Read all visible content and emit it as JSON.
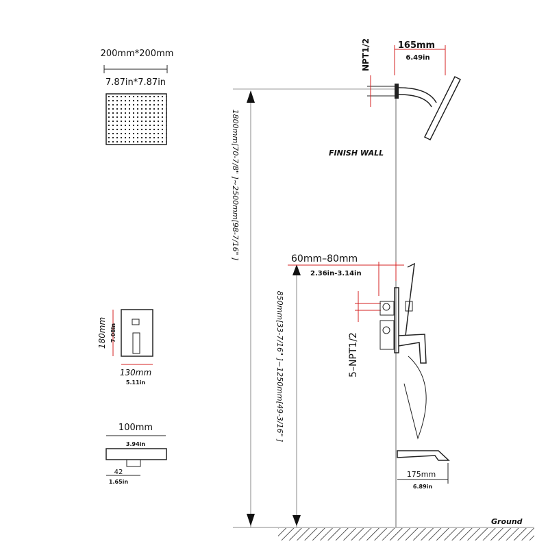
{
  "head": {
    "size_mm": "200mm*200mm",
    "size_in": "7.87in*7.87in"
  },
  "arm": {
    "thread": "NPT1/2",
    "reach_mm": "165mm",
    "reach_in": "6.49in"
  },
  "finish_wall": "FINISH WALL",
  "head_height": "1800mm[70-7/8\" ]~2500mm[98-7/16\" ]",
  "valve_height": "850mm[33-7/16\" ]~1250mm[49-3/16\" ]",
  "valve_depth": {
    "mm": "60mm–80mm",
    "in": "2.36in-3.14in"
  },
  "valve_thread": "5–NPT1/2",
  "trim": {
    "h_mm": "180mm",
    "h_in": "7.08in",
    "w_mm": "130mm",
    "w_in": "5.11in"
  },
  "spout": {
    "w_mm": "100mm",
    "w_in": "3.94in",
    "d_mm": "42",
    "d_in": "1.65in",
    "reach_mm": "175mm",
    "reach_in": "6.89in"
  },
  "ground": "Ground",
  "colors": {
    "dimension_red": "#d42020",
    "line": "#222222"
  }
}
